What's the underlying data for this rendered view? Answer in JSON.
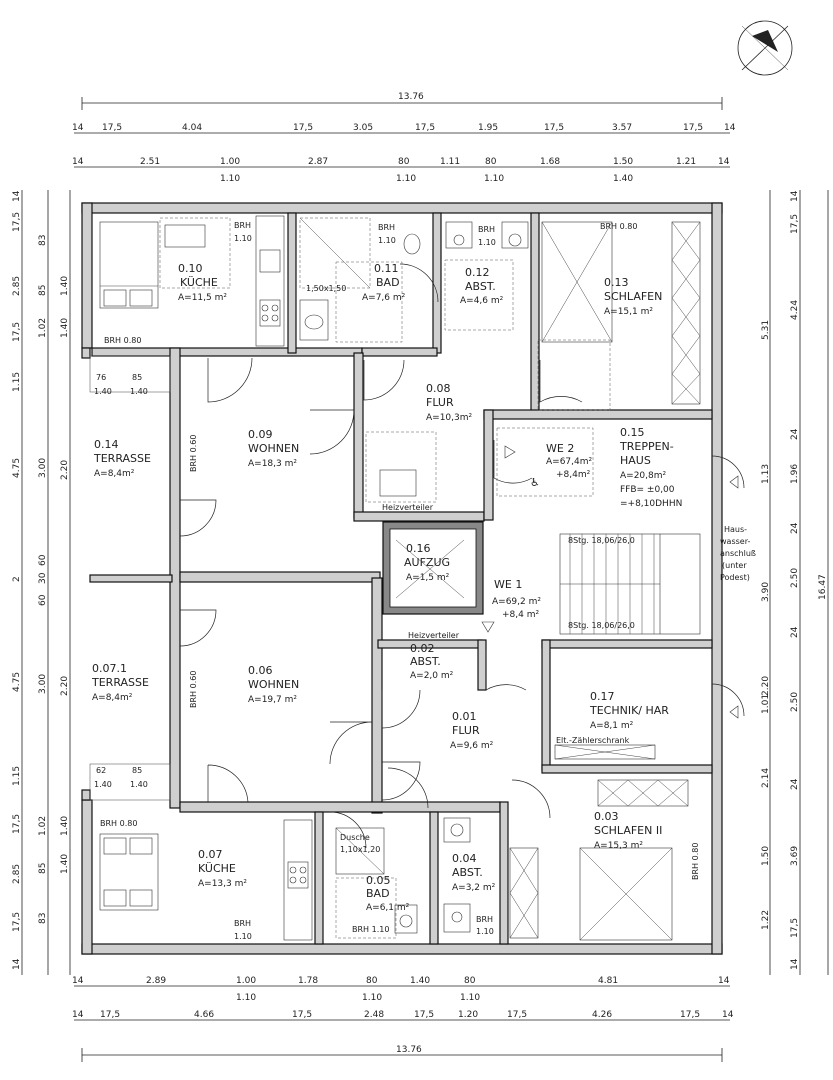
{
  "dims_top": {
    "overall": "13.76",
    "row2": [
      "14",
      "17,5",
      "4.04",
      "17,5",
      "3.05",
      "17,5",
      "1.95",
      "17,5",
      "3.57",
      "17,5",
      "14"
    ],
    "row3": [
      "14",
      "2.51",
      "1.00",
      "2.87",
      "80",
      "1.11",
      "80",
      "1.68",
      "1.50",
      "1.21",
      "14"
    ],
    "row3b": [
      "1.10",
      "1.10",
      "1.10",
      "1.40"
    ]
  },
  "dims_bottom": {
    "row1": [
      "14",
      "2.89",
      "1.00",
      "1.78",
      "80",
      "1.40",
      "80",
      "4.81",
      "14"
    ],
    "row1b": [
      "1.10",
      "1.10",
      "1.10"
    ],
    "row2": [
      "14",
      "17,5",
      "4.66",
      "17,5",
      "2.48",
      "17,5",
      "1.20",
      "17,5",
      "4.26",
      "17,5",
      "14"
    ],
    "overall": "13.76"
  },
  "dims_left": {
    "outer": [
      "14",
      "17,5",
      "2.85",
      "17,5",
      "1.15",
      "4.75",
      "2",
      "4.75",
      "1.15",
      "17,5",
      "2.85",
      "17,5",
      "14"
    ],
    "inner": [
      "83",
      "85",
      "1.02",
      "3.00",
      "60",
      "30",
      "60",
      "3.00",
      "1.02",
      "85",
      "83"
    ],
    "inner2": [
      "1.40",
      "1.40",
      "2.20",
      "2.20",
      "1.40",
      "1.40"
    ]
  },
  "dims_right": {
    "overall": "16.47",
    "outer": [
      "14",
      "17,5",
      "5.31",
      "3.90",
      "3.69",
      "17,5",
      "14"
    ],
    "inner": [
      "14",
      "17,5",
      "4.24",
      "24",
      "1.96",
      "24",
      "2.50",
      "24",
      "2.50",
      "24",
      "2.14",
      "24",
      "1.50",
      "1.22",
      "17,5",
      "14"
    ],
    "inner2": [
      "1.13",
      "2.20",
      "1.01"
    ]
  },
  "rooms": {
    "r010": {
      "num": "0.10",
      "name": "KÜCHE",
      "area": "A=11,5 m²",
      "brh1": "BRH",
      "brh2": "1.10",
      "brh3": "BRH 0.80"
    },
    "r011": {
      "num": "0.11",
      "name": "BAD",
      "area": "A=7,6 m²",
      "brh1": "BRH",
      "brh2": "1.10",
      "shower": "1,50x1,50"
    },
    "r012": {
      "num": "0.12",
      "name": "ABST.",
      "area": "A=4,6 m²",
      "brh1": "BRH",
      "brh2": "1.10"
    },
    "r013": {
      "num": "0.13",
      "name": "SCHLAFEN",
      "area": "A=15,1 m²",
      "brh": "BRH 0.80"
    },
    "r014": {
      "num": "0.14",
      "name": "TERRASSE",
      "area": "A=8,4m²",
      "d1": "76",
      "d2": "85",
      "d3": "1.40",
      "d4": "1.40"
    },
    "r009": {
      "num": "0.09",
      "name": "WOHNEN",
      "area": "A=18,3 m²",
      "brh": "BRH 0.60"
    },
    "r008": {
      "num": "0.08",
      "name": "FLUR",
      "area": "A=10,3m²",
      "heiz": "Heizverteiler"
    },
    "r015": {
      "num": "0.15",
      "name1": "TREPPEN-",
      "name2": "HAUS",
      "area": "A=20,8m²",
      "ffb": "FFB= ±0,00",
      "dhhn": "=+8,10DHHN"
    },
    "we2": {
      "name": "WE 2",
      "area1": "A=67,4m²",
      "area2": "+8,4m²"
    },
    "r016": {
      "num": "0.16",
      "name": "AUFZUG",
      "area": "A=1,5 m²"
    },
    "we1": {
      "name": "WE 1",
      "area1": "A=69,2 m²",
      "area2": "+8,4 m²"
    },
    "stairs": {
      "s1": "8Stg. 18,06/26,0",
      "s2": "8Stg. 18,06/26,0"
    },
    "hw": {
      "l1": "Haus-",
      "l2": "wasser-",
      "l3": "anschluß",
      "l4": "(unter",
      "l5": "Podest)"
    },
    "r0071": {
      "num": "0.07.1",
      "name": "TERRASSE",
      "area": "A=8,4m²",
      "d1": "62",
      "d2": "85",
      "d3": "1.40",
      "d4": "1.40"
    },
    "r006": {
      "num": "0.06",
      "name": "WOHNEN",
      "area": "A=19,7 m²",
      "brh": "BRH 0.60"
    },
    "r002": {
      "num": "0.02",
      "name": "ABST.",
      "area": "A=2,0 m²",
      "heiz": "Heizverteiler"
    },
    "r001": {
      "num": "0.01",
      "name": "FLUR",
      "area": "A=9,6 m²"
    },
    "r017": {
      "num": "0.17",
      "name": "TECHNIK/ HAR",
      "area": "A=8,1 m²",
      "elt": "Elt.-Zählerschrank"
    },
    "r007": {
      "num": "0.07",
      "name": "KÜCHE",
      "area": "A=13,3 m²",
      "brh": "BRH 0.80",
      "brh1": "BRH",
      "brh2": "1.10"
    },
    "r005": {
      "num": "0.05",
      "name": "BAD",
      "area": "A=6,1 m²",
      "dusche": "Dusche",
      "size": "1,10x1,20",
      "brh": "BRH 1.10"
    },
    "r004": {
      "num": "0.04",
      "name": "ABST.",
      "area": "A=3,2 m²",
      "brh1": "BRH",
      "brh2": "1.10"
    },
    "r003": {
      "num": "0.03",
      "name": "SCHLAFEN II",
      "area": "A=15,3 m²",
      "brh": "BRH 0.80"
    }
  }
}
